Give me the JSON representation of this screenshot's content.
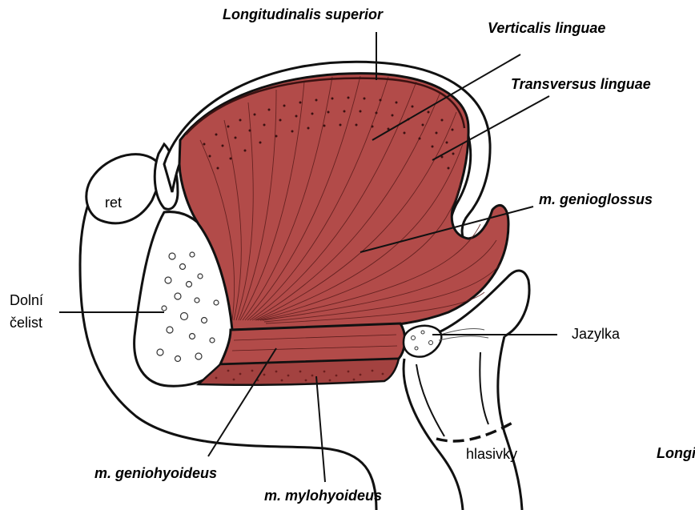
{
  "labels": {
    "longitudinalis_superior": "Longitudinalis superior",
    "verticalis_linguae": "Verticalis linguae",
    "transversus_linguae": "Transversus linguae",
    "m_genioglossus": "m. genioglossus",
    "ret": "ret",
    "dolni": "Dolní",
    "celist": "čelist",
    "jazylka": "Jazylka",
    "hlasivky": "hlasivky",
    "longi_partial": "Longi",
    "m_geniohyoideus": "m. geniohyoideus",
    "m_mylohyoideus": "m. mylohyoideus"
  },
  "colors": {
    "muscle": "#b24b49",
    "muscle_dark": "#8e3230",
    "mylohyoid": "#a34240",
    "outline": "#111111",
    "bone_fill": "#ffffff"
  }
}
